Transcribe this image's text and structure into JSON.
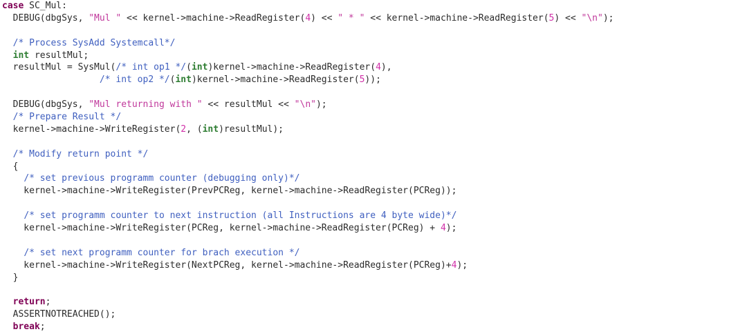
{
  "colors": {
    "keyword": "#7f0055",
    "type": "#2e7d32",
    "comment": "#3f5fbf",
    "string": "#c0379b",
    "number": "#d02fa8",
    "plain": "#2b2b2b",
    "background": "#ffffff"
  },
  "code": {
    "lines": [
      [
        {
          "k": "kw",
          "t": "case"
        },
        {
          "k": "plain",
          "t": " SC_Mul:"
        }
      ],
      [
        {
          "k": "plain",
          "t": "  DEBUG(dbgSys, "
        },
        {
          "k": "str",
          "t": "\"Mul \""
        },
        {
          "k": "plain",
          "t": " << kernel->machine->ReadRegister("
        },
        {
          "k": "num",
          "t": "4"
        },
        {
          "k": "plain",
          "t": ") << "
        },
        {
          "k": "str",
          "t": "\" * \""
        },
        {
          "k": "plain",
          "t": " << kernel->machine->ReadRegister("
        },
        {
          "k": "num",
          "t": "5"
        },
        {
          "k": "plain",
          "t": ") << "
        },
        {
          "k": "str",
          "t": "\"\\n\""
        },
        {
          "k": "plain",
          "t": ");"
        }
      ],
      [],
      [
        {
          "k": "plain",
          "t": "  "
        },
        {
          "k": "com",
          "t": "/* Process SysAdd Systemcall*/"
        }
      ],
      [
        {
          "k": "plain",
          "t": "  "
        },
        {
          "k": "type",
          "t": "int"
        },
        {
          "k": "plain",
          "t": " resultMul;"
        }
      ],
      [
        {
          "k": "plain",
          "t": "  resultMul = SysMul("
        },
        {
          "k": "com",
          "t": "/* int op1 */"
        },
        {
          "k": "plain",
          "t": "("
        },
        {
          "k": "type",
          "t": "int"
        },
        {
          "k": "plain",
          "t": ")kernel->machine->ReadRegister("
        },
        {
          "k": "num",
          "t": "4"
        },
        {
          "k": "plain",
          "t": "),"
        }
      ],
      [
        {
          "k": "plain",
          "t": "                  "
        },
        {
          "k": "com",
          "t": "/* int op2 */"
        },
        {
          "k": "plain",
          "t": "("
        },
        {
          "k": "type",
          "t": "int"
        },
        {
          "k": "plain",
          "t": ")kernel->machine->ReadRegister("
        },
        {
          "k": "num",
          "t": "5"
        },
        {
          "k": "plain",
          "t": "));"
        }
      ],
      [],
      [
        {
          "k": "plain",
          "t": "  DEBUG(dbgSys, "
        },
        {
          "k": "str",
          "t": "\"Mul returning with \""
        },
        {
          "k": "plain",
          "t": " << resultMul << "
        },
        {
          "k": "str",
          "t": "\"\\n\""
        },
        {
          "k": "plain",
          "t": ");"
        }
      ],
      [
        {
          "k": "plain",
          "t": "  "
        },
        {
          "k": "com",
          "t": "/* Prepare Result */"
        }
      ],
      [
        {
          "k": "plain",
          "t": "  kernel->machine->WriteRegister("
        },
        {
          "k": "num",
          "t": "2"
        },
        {
          "k": "plain",
          "t": ", ("
        },
        {
          "k": "type",
          "t": "int"
        },
        {
          "k": "plain",
          "t": ")resultMul);"
        }
      ],
      [],
      [
        {
          "k": "plain",
          "t": "  "
        },
        {
          "k": "com",
          "t": "/* Modify return point */"
        }
      ],
      [
        {
          "k": "plain",
          "t": "  {"
        }
      ],
      [
        {
          "k": "plain",
          "t": "    "
        },
        {
          "k": "com",
          "t": "/* set previous programm counter (debugging only)*/"
        }
      ],
      [
        {
          "k": "plain",
          "t": "    kernel->machine->WriteRegister(PrevPCReg, kernel->machine->ReadRegister(PCReg));"
        }
      ],
      [],
      [
        {
          "k": "plain",
          "t": "    "
        },
        {
          "k": "com",
          "t": "/* set programm counter to next instruction (all Instructions are 4 byte wide)*/"
        }
      ],
      [
        {
          "k": "plain",
          "t": "    kernel->machine->WriteRegister(PCReg, kernel->machine->ReadRegister(PCReg) + "
        },
        {
          "k": "num",
          "t": "4"
        },
        {
          "k": "plain",
          "t": ");"
        }
      ],
      [],
      [
        {
          "k": "plain",
          "t": "    "
        },
        {
          "k": "com",
          "t": "/* set next programm counter for brach execution */"
        }
      ],
      [
        {
          "k": "plain",
          "t": "    kernel->machine->WriteRegister(NextPCReg, kernel->machine->ReadRegister(PCReg)+"
        },
        {
          "k": "num",
          "t": "4"
        },
        {
          "k": "plain",
          "t": ");"
        }
      ],
      [
        {
          "k": "plain",
          "t": "  }"
        }
      ],
      [],
      [
        {
          "k": "plain",
          "t": "  "
        },
        {
          "k": "kw",
          "t": "return"
        },
        {
          "k": "plain",
          "t": ";"
        }
      ],
      [
        {
          "k": "plain",
          "t": "  ASSERTNOTREACHED();"
        }
      ],
      [
        {
          "k": "plain",
          "t": "  "
        },
        {
          "k": "kw",
          "t": "break"
        },
        {
          "k": "plain",
          "t": ";"
        }
      ]
    ]
  }
}
